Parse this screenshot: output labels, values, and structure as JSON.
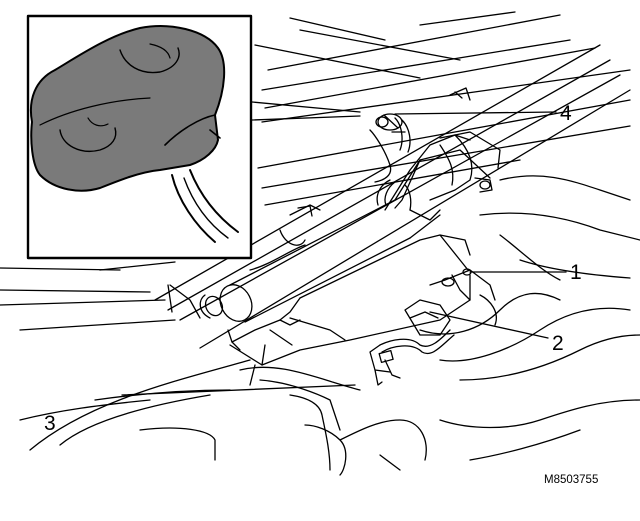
{
  "callouts": {
    "c1": "1",
    "c2": "2",
    "c3": "3",
    "c4": "4"
  },
  "figure_id": "M8503755",
  "colors": {
    "line": "#000000",
    "background": "#ffffff",
    "bulb_fill": "#7a7a7a"
  }
}
